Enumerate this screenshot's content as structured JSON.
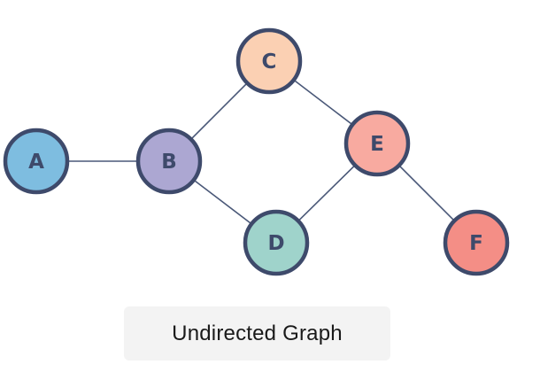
{
  "graph": {
    "nodes": [
      {
        "id": "A",
        "label": "A",
        "color": "#7ebde0"
      },
      {
        "id": "B",
        "label": "B",
        "color": "#aca7d2"
      },
      {
        "id": "C",
        "label": "C",
        "color": "#fbd0b3"
      },
      {
        "id": "D",
        "label": "D",
        "color": "#9fd3cb"
      },
      {
        "id": "E",
        "label": "E",
        "color": "#f8aaa0"
      },
      {
        "id": "F",
        "label": "F",
        "color": "#f48e86"
      }
    ],
    "edges": [
      [
        "A",
        "B"
      ],
      [
        "B",
        "C"
      ],
      [
        "B",
        "D"
      ],
      [
        "C",
        "E"
      ],
      [
        "D",
        "E"
      ],
      [
        "E",
        "F"
      ]
    ],
    "outline_color": "#3e4a6b",
    "edge_color": "#4a5878"
  },
  "caption": {
    "text": "Undirected Graph"
  }
}
